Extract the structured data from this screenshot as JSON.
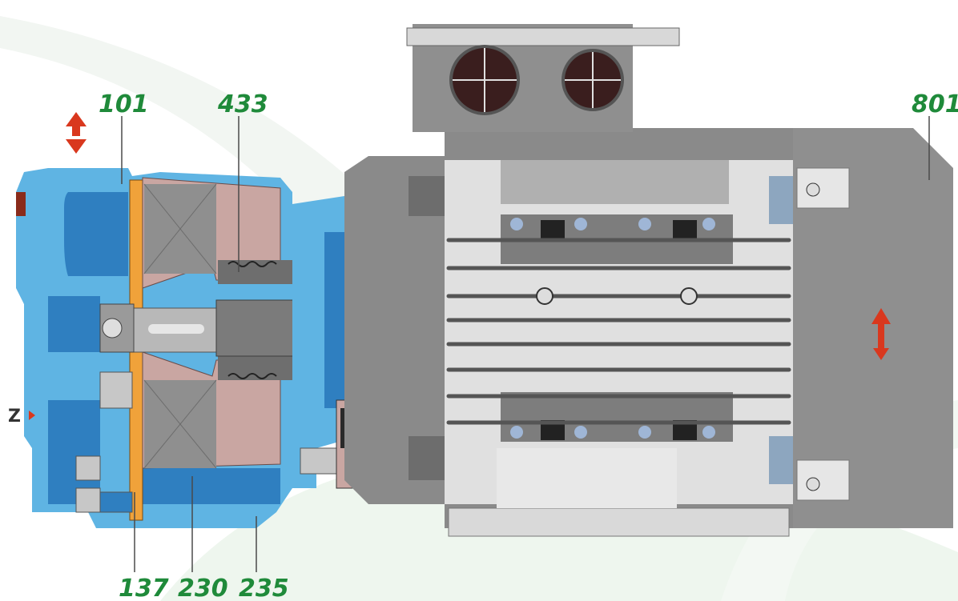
{
  "colors": {
    "pump_blue": "#5fb4e3",
    "pump_blue_dark": "#2f7fc0",
    "impeller": "#c9a6a2",
    "motor_grey": "#8a8a8a",
    "motor_light": "#e0e0e0",
    "gasket": "#f0a23a",
    "label_green": "#1f8a3a",
    "arrow_red": "#d9381e"
  },
  "callouts": {
    "c101": "101",
    "c433": "433",
    "c801": "801",
    "c137": "137",
    "c230": "230",
    "c235": "235"
  },
  "axis_label": "Z"
}
